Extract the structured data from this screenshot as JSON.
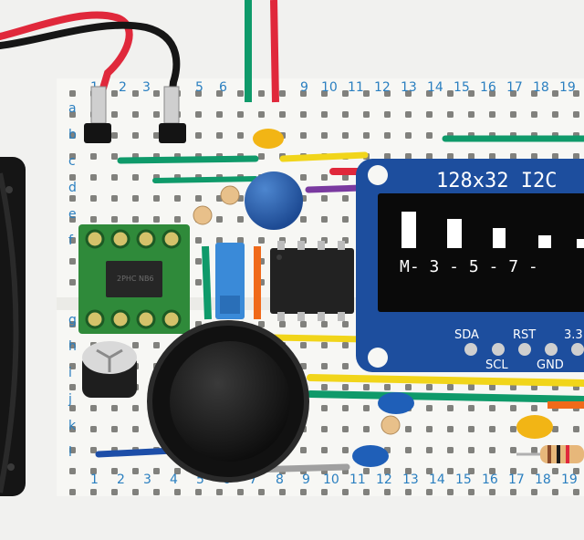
{
  "breadboard": {
    "columns": [
      "1",
      "2",
      "3",
      "4",
      "5",
      "6",
      "9",
      "10",
      "11",
      "12",
      "13",
      "14",
      "15",
      "16",
      "17",
      "18",
      "19"
    ],
    "columns_top": [
      "1",
      "2",
      "3",
      "5",
      "6",
      "9",
      "10",
      "11",
      "12",
      "13",
      "14",
      "15",
      "16",
      "17",
      "18",
      "19"
    ],
    "rows": [
      "a",
      "b",
      "c",
      "d",
      "e",
      "f",
      "g",
      "h",
      "i",
      "j",
      "k",
      "l"
    ],
    "bottom_columns": [
      "1",
      "2",
      "3",
      "4",
      "5",
      "6",
      "7",
      "8",
      "9",
      "10",
      "11",
      "12",
      "13",
      "14",
      "15",
      "16",
      "17",
      "18",
      "19"
    ]
  },
  "oled": {
    "title": "128x32 I2C",
    "screen_text": "M- 3 - 5 - 7 -",
    "bar_levels": [
      0.85,
      0.65,
      0.5,
      0.35,
      0.25
    ],
    "pins": [
      "SDA",
      "RST",
      "3.3",
      "SCL",
      "GND"
    ]
  },
  "chip_label": "2PHC NB6",
  "colors": {
    "board": "#f6f6f3",
    "oled_pcb": "#1d4e9e",
    "adapter_pcb": "#2f8a3a",
    "wire_red": "#e0283b",
    "wire_green": "#0f9a6a",
    "wire_yellow": "#f1d51a"
  }
}
